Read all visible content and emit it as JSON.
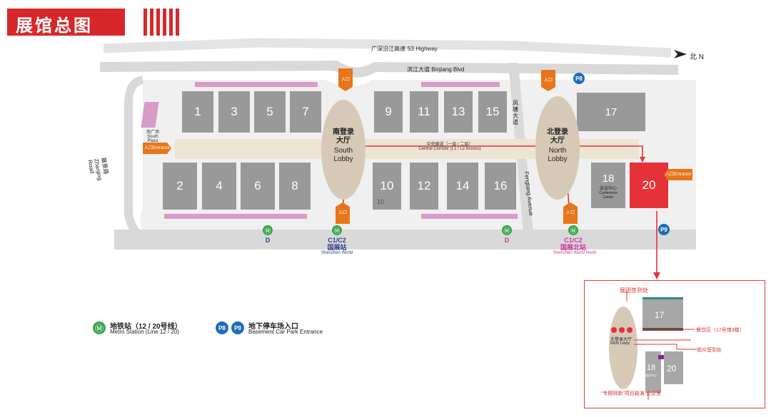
{
  "header": {
    "title": "展馆总图"
  },
  "compass": {
    "label": "北 N"
  },
  "roads": {
    "highway": "广深沿江高速 S3 Highway",
    "binjiang": "滨江大道 Binjiang Blvd",
    "zhanjing": "展景路 Zhanjing Road",
    "fengtang": "凤塘大道 Fengtang Avenue",
    "fengtang_cn": "凤塘大道",
    "fengtang_en": "Fengtang Avenue"
  },
  "plaza": {
    "cn": "南广场",
    "en": "South Plaza"
  },
  "entrance": {
    "cn": "入口",
    "en": "Entrance"
  },
  "corridor": {
    "cn": "中央廊道（一层 / 二层）",
    "en": "Central Corridor (L1 / L2 Access)"
  },
  "south_lobby": {
    "cn1": "南登录",
    "cn2": "大厅",
    "en1": "South",
    "en2": "Lobby"
  },
  "north_lobby": {
    "cn1": "北登录",
    "cn2": "大厅",
    "en1": "North",
    "en2": "Lobby"
  },
  "halls_top": [
    "1",
    "3",
    "5",
    "7",
    "9",
    "11",
    "13",
    "15"
  ],
  "halls_bottom": [
    "2",
    "4",
    "6",
    "8",
    "10",
    "12",
    "14",
    "16"
  ],
  "hall_17": "17",
  "hall_18": "18",
  "hall_18_cn": "会议中心",
  "hall_18_en1": "Conference",
  "hall_18_en2": "Center",
  "hall_20": "20",
  "hall_10_sub": "10",
  "parking": {
    "p8": "P8",
    "p9": "P9"
  },
  "stations": [
    {
      "name": "D",
      "cn": "",
      "en": ""
    },
    {
      "name": "C1/C2",
      "cn": "国展站",
      "en": "Shenzhen World"
    },
    {
      "name": "D",
      "cn": "",
      "en": ""
    },
    {
      "name": "C1/C2",
      "cn": "国展北站",
      "en": "Shenzhen World North"
    }
  ],
  "legend": {
    "metro_cn": "地铁站（12 / 20号线）",
    "metro_en": "Metro Station (Line 12 / 20)",
    "park_cn": "地下停车场入口",
    "park_en": "Basement Car Park Entrance"
  },
  "inset": {
    "group_checkin": "展团签到处",
    "dining": "餐饮区（17号馆3楼）",
    "visitor_checkin": "观众签到处",
    "roadshow": "“专精特新”项目路演·会议室",
    "lobby_cn": "北登录大厅",
    "lobby_en": "North Lobby",
    "hall17": "17",
    "hall18": "18",
    "hall20": "20",
    "hall18_sub": "会议中心"
  },
  "colors": {
    "accent": "#d6282a",
    "hall": "#999999",
    "lobby": "#d6cab7",
    "entrance": "#e8751a",
    "metro": "#3aa54a",
    "parking": "#1f6cb6",
    "highlight": "#e53238"
  }
}
